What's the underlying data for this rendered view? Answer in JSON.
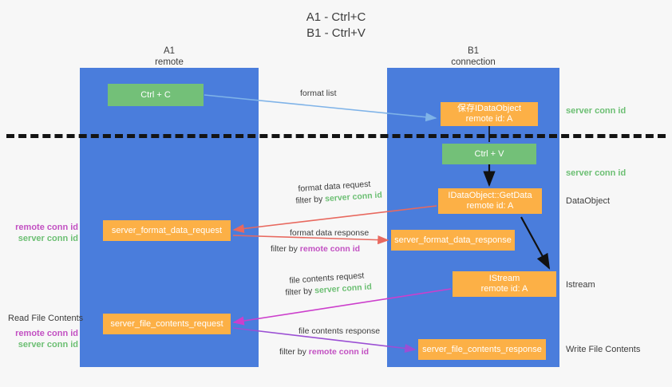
{
  "title": {
    "line1": "A1 - Ctrl+C",
    "line2": "B1 - Ctrl+V"
  },
  "columns": {
    "left": {
      "name": "A1",
      "subtitle": "remote"
    },
    "right": {
      "name": "B1",
      "subtitle": "connection"
    }
  },
  "nodes": {
    "ctrl_c": {
      "label": "Ctrl + C",
      "color": "#73c078"
    },
    "save_idataobject": {
      "line1": "保存IDataObject",
      "line2": "remote id: A",
      "color": "#fcb046"
    },
    "ctrl_v": {
      "label": "Ctrl + V",
      "color": "#73c078"
    },
    "getdata": {
      "line1": "IDataObject::GetData",
      "line2": "remote id: A",
      "color": "#fcb046"
    },
    "istream": {
      "line1": "IStream",
      "line2": "remote id: A",
      "color": "#fcb046"
    },
    "server_format_data_request": {
      "label": "server_format_data_request",
      "color": "#fcb046"
    },
    "server_format_data_response": {
      "label": "server_format_data_response",
      "color": "#fcb046"
    },
    "server_file_contents_request": {
      "label": "server_file_contents_request",
      "color": "#fcb046"
    },
    "server_file_contents_response": {
      "label": "server_file_contents_response",
      "color": "#fcb046"
    }
  },
  "edges": {
    "format_list": "format list",
    "format_data_request": "format data request",
    "format_data_request_filter_prefix": "filter by ",
    "format_data_request_filter_key": "server conn id",
    "format_data_response": "format data response",
    "format_data_response_filter_prefix": "filter by ",
    "format_data_response_filter_key": "remote conn id",
    "file_contents_request": "file contents request",
    "file_contents_request_filter_prefix": "filter by ",
    "file_contents_request_filter_key": "server conn id",
    "file_contents_response": "file contents response",
    "file_contents_response_filter_prefix": "filter by ",
    "file_contents_response_filter_key": "remote conn id"
  },
  "annotations": {
    "server_conn_id_top": "server conn id",
    "server_conn_id_mid": "server conn id",
    "dataobject": "DataObject",
    "istream": "Istream",
    "write_file_contents": "Write File Contents",
    "read_file_contents": "Read File Contents",
    "remote_conn_id_left_1": "remote conn id",
    "server_conn_id_left_1": "server conn id",
    "remote_conn_id_left_2": "remote conn id",
    "server_conn_id_left_2": "server conn id"
  },
  "colors": {
    "lane": "#4a7ddc",
    "green_node": "#73c078",
    "orange_node": "#fcb046",
    "green_text": "#6cbf73",
    "purple_text": "#c250c2",
    "red_arrow": "#e8695f",
    "magenta_arrow": "#cc3fcc",
    "purple_arrow": "#9b4fd4",
    "blue_arrow": "#7fb3e8",
    "black_arrow": "#111111",
    "background": "#f7f7f7"
  }
}
